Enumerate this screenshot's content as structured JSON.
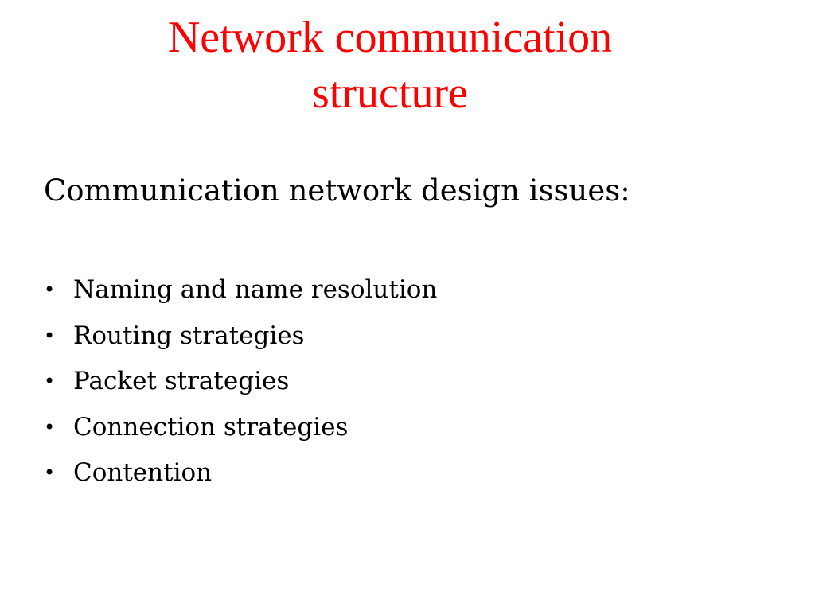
{
  "slide": {
    "title_lines": [
      "Network communication",
      "structure"
    ],
    "title_color": "#ff0000",
    "subtitle": "Communication network design issues:",
    "bullet_glyph": "•",
    "bullets": [
      "Naming and name resolution",
      "Routing strategies",
      "Packet strategies",
      "Connection strategies",
      "Contention"
    ]
  }
}
